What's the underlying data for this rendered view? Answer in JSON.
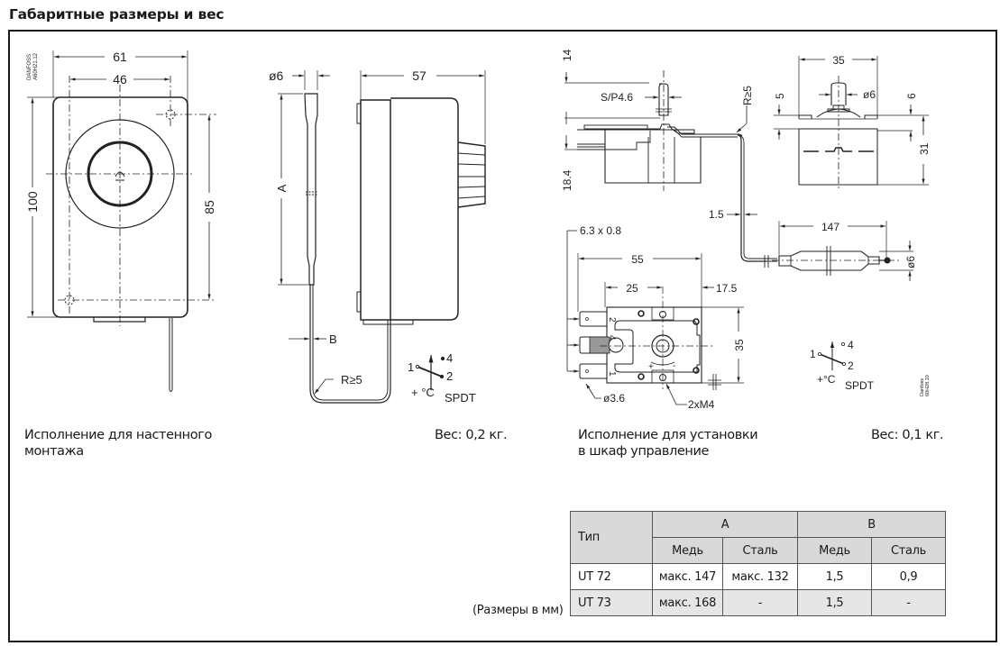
{
  "page": {
    "title": "Габаритные размеры и вес"
  },
  "wall_version": {
    "caption_line1": "Исполнение для настенного",
    "caption_line2": "монтажа",
    "weight": "Вес: 0,2 кг.",
    "drawing_code": [
      "DANFOSS",
      "A60H21.12"
    ],
    "front_view": {
      "width_outer": "61",
      "width_holes": "46",
      "height_outer": "100",
      "height_holes": "85"
    },
    "side_view": {
      "bulb_diameter": "ø6",
      "depth": "57",
      "bulb_length_label": "A",
      "capillary_label": "B",
      "bend_radius": "R≥5"
    },
    "switch_symbol": {
      "terminal_1": "1",
      "terminal_2": "2",
      "terminal_4": "4",
      "temp_label": "+ °C",
      "type": "SPDT"
    }
  },
  "panel_version": {
    "caption_line1": "Исполнение для установки",
    "caption_line2": "в шкаф управление",
    "weight": "Вес: 0,1 кг.",
    "drawing_code": [
      "Danfoss",
      "60H28.10"
    ],
    "side_view": {
      "shaft_height": "14",
      "shaft_diameter": "S/P4.6",
      "body_height": "18.4",
      "bend_radius": "R≥5",
      "capillary": "1.5"
    },
    "end_view": {
      "width": "35",
      "shaft_diameter": "ø6",
      "left_step": "5",
      "right_step": "6",
      "height": "31"
    },
    "bulb": {
      "length": "147",
      "diameter": "ø6"
    },
    "top_view": {
      "terminal_size": "6.3 x 0.8",
      "width": "55",
      "hole_offset": "25",
      "shaft_offset": "17.5",
      "height": "35",
      "hole_diameter": "ø3.6",
      "mounting_screws": "2xM4",
      "terminal_labels": [
        "2",
        "4",
        "1"
      ],
      "dial_plus": "+",
      "dial_minus": "-"
    },
    "switch_symbol": {
      "terminal_1": "1",
      "terminal_2": "2",
      "terminal_4": "4",
      "temp_label": "+°C",
      "type": "SPDT"
    }
  },
  "units_note": "(Размеры в мм)",
  "table": {
    "header_type": "Тип",
    "group_a": "A",
    "group_b": "B",
    "sub_headers": [
      "Медь",
      "Сталь",
      "Медь",
      "Сталь"
    ],
    "rows": [
      {
        "type": "UT 72",
        "a_copper": "макс. 147",
        "a_steel": "макс. 132",
        "b_copper": "1,5",
        "b_steel": "0,9"
      },
      {
        "type": "UT 73",
        "a_copper": "макс. 168",
        "a_steel": "-",
        "b_copper": "1,5",
        "b_steel": "-"
      }
    ]
  }
}
